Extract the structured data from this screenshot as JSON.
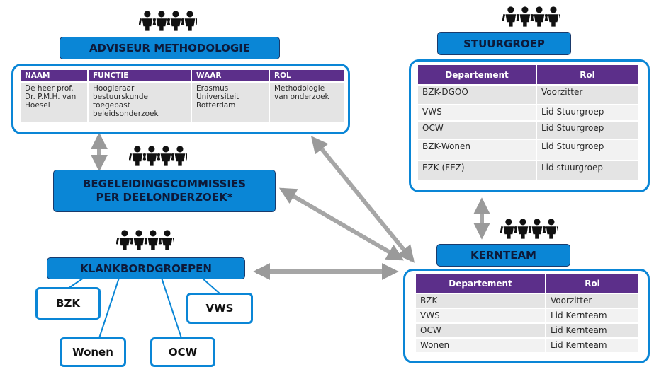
{
  "icons": {
    "people": "people-group-icon"
  },
  "adviseur": {
    "title": "ADVISEUR METHODOLOGIE",
    "headers": [
      "NAAM",
      "FUNCTIE",
      "WAAR",
      "ROL"
    ],
    "cells": [
      "De heer prof. Dr. P.M.H. van Hoesel",
      "Hoogleraar bestuurskunde toegepast beleidsonderzoek",
      "Erasmus Universiteit Rotterdam",
      "Methodologie van onderzoek"
    ]
  },
  "begeleiding": {
    "line1": "BEGELEIDINGSCOMMISSIES",
    "line2": "PER DEELONDERZOEK*"
  },
  "klankbord": {
    "title": "KLANKBORDGROEPEN",
    "nodes": [
      "BZK",
      "VWS",
      "Wonen",
      "OCW"
    ]
  },
  "stuurgroep": {
    "title": "STUURGROEP",
    "headers": [
      "Departement",
      "Rol"
    ],
    "rows": [
      [
        "BZK-DGOO",
        "Voorzitter"
      ],
      [
        "VWS",
        "Lid Stuurgroep"
      ],
      [
        "OCW",
        "Lid Stuurgroep"
      ],
      [
        "BZK-Wonen",
        "Lid Stuurgroep"
      ],
      [
        "EZK (FEZ)",
        "Lid stuurgroep"
      ]
    ]
  },
  "kernteam": {
    "title": "KERNTEAM",
    "headers": [
      "Departement",
      "Rol"
    ],
    "rows": [
      [
        "BZK",
        "Voorzitter"
      ],
      [
        "VWS",
        "Lid Kernteam"
      ],
      [
        "OCW",
        "Lid Kernteam"
      ],
      [
        "Wonen",
        "Lid Kernteam"
      ]
    ]
  },
  "colors": {
    "banner": "#0a86d6",
    "header": "#5c2f8a",
    "arrow": "#a6a6a6"
  }
}
